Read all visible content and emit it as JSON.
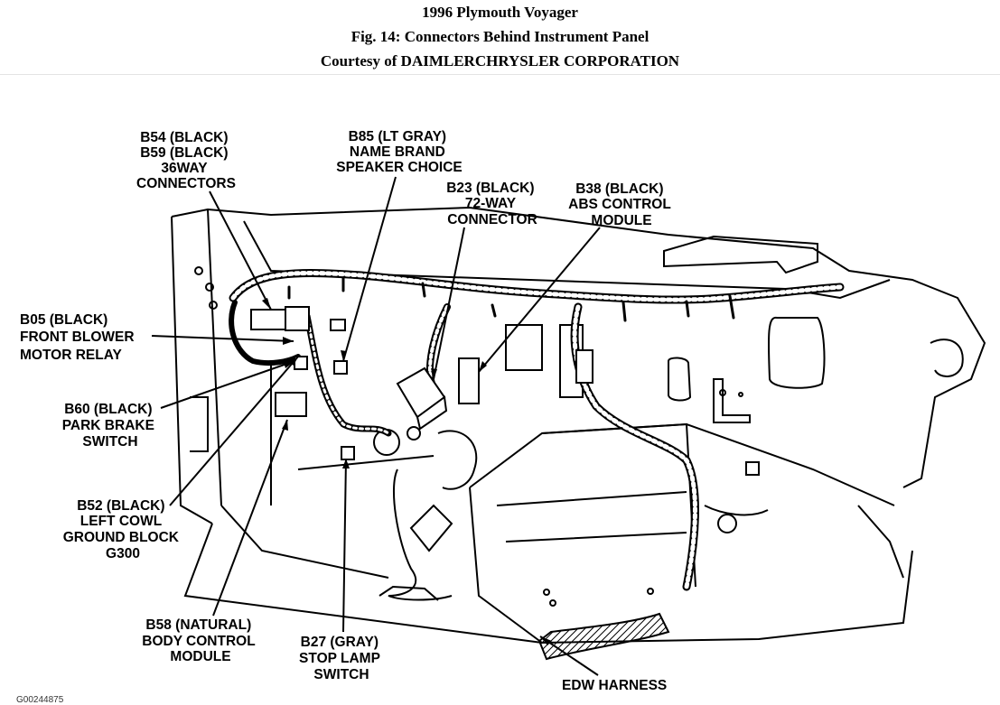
{
  "header": {
    "title": "1996 Plymouth Voyager",
    "figure": "Fig. 14: Connectors Behind Instrument Panel",
    "courtesy": "Courtesy of DAIMLERCHRYSLER CORPORATION"
  },
  "labels": {
    "b54": [
      "B54 (BLACK)",
      "B59 (BLACK)",
      "36WAY",
      "CONNECTORS"
    ],
    "b85": [
      "B85 (LT GRAY)",
      "NAME BRAND",
      "SPEAKER CHOICE"
    ],
    "b23": [
      "B23 (BLACK)",
      "72-WAY",
      "CONNECTOR"
    ],
    "b38": [
      "B38 (BLACK)",
      "ABS CONTROL",
      "MODULE"
    ],
    "b05": [
      "B05 (BLACK)",
      "FRONT BLOWER",
      "MOTOR RELAY"
    ],
    "b60": [
      "B60 (BLACK)",
      "PARK BRAKE",
      "SWITCH"
    ],
    "b52": [
      "B52 (BLACK)",
      "LEFT COWL",
      "GROUND BLOCK",
      "G300"
    ],
    "b58": [
      "B58 (NATURAL)",
      "BODY CONTROL",
      "MODULE"
    ],
    "b27": [
      "B27 (GRAY)",
      "STOP LAMP",
      "SWITCH"
    ],
    "edw": [
      "EDW HARNESS"
    ]
  },
  "figure_code": "G00244875"
}
